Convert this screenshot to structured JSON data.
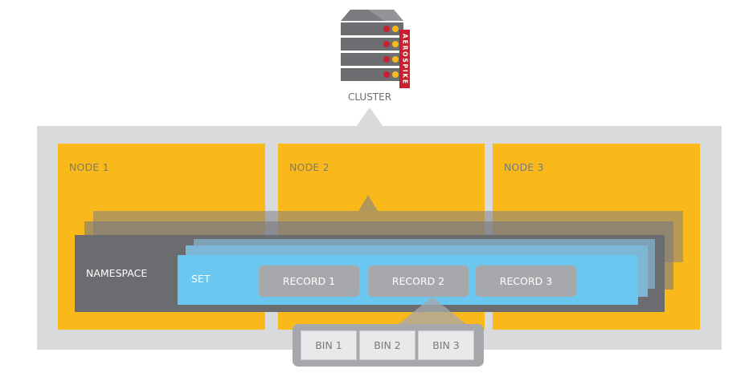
{
  "cluster": {
    "label": "CLUSTER",
    "brand": "AEROSPIKE",
    "brand_color": "#c8202f",
    "server_unit_count": 4
  },
  "nodes": [
    {
      "label": "NODE 1"
    },
    {
      "label": "NODE 2"
    },
    {
      "label": "NODE 3"
    }
  ],
  "namespace": {
    "label": "NAMESPACE"
  },
  "set": {
    "label": "SET"
  },
  "records": [
    {
      "label": "RECORD 1"
    },
    {
      "label": "RECORD 2"
    },
    {
      "label": "RECORD 3"
    }
  ],
  "bins": [
    {
      "label": "BIN 1"
    },
    {
      "label": "BIN 2"
    },
    {
      "label": "BIN 3"
    }
  ],
  "colors": {
    "cluster_bg": "#d9dadb",
    "node": "#f9b91a",
    "namespace": "#6b6c70",
    "set": "#6bc6f0",
    "record": "#a7a8ab",
    "bin": "#e8e9ea"
  }
}
